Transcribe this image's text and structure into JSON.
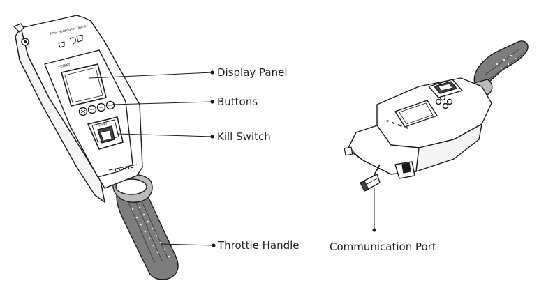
{
  "device": {
    "top_caption": "Filter Holding for Uplink",
    "brand": "FLYSKY",
    "screen_brand": "FLYSKY"
  },
  "callouts": {
    "display_panel": "Display Panel",
    "buttons": "Buttons",
    "kill_switch": "Kill Switch",
    "throttle_handle": "Throttle Handle",
    "communication_port": "Communication Port"
  },
  "colors": {
    "outline": "#1a1a1a",
    "fill": "#ffffff",
    "handle_fill": "#7a7a7a",
    "handle_dark": "#333333"
  }
}
